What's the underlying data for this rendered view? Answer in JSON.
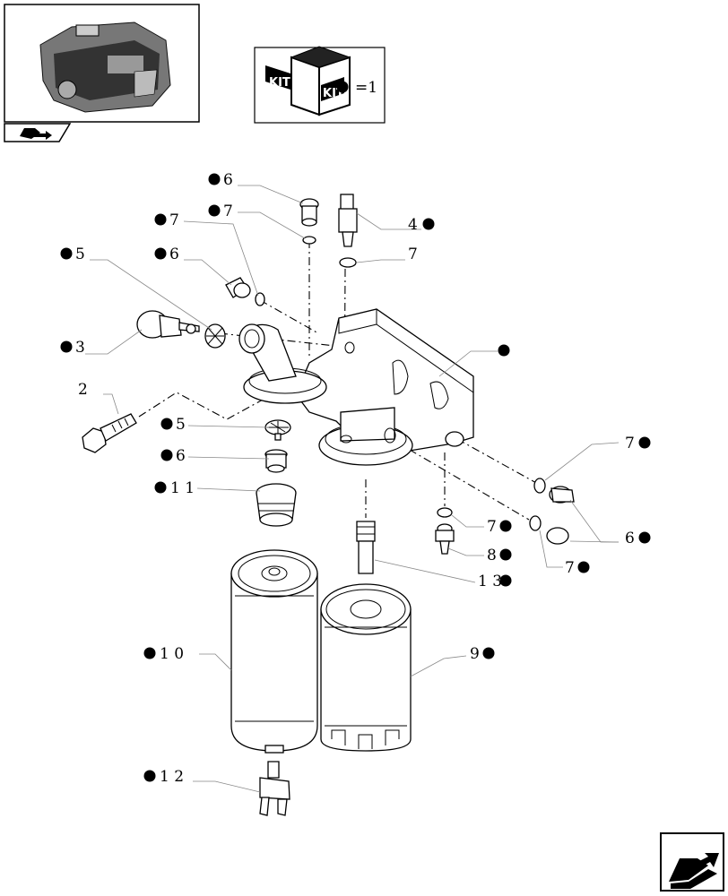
{
  "kit_legend": {
    "kit_word_left": "KIT",
    "kit_word_right": "KIT",
    "equals_text": "=1"
  },
  "callouts": [
    {
      "id": "c6a",
      "text": "6",
      "kit": true
    },
    {
      "id": "c7a",
      "text": "7",
      "kit": true
    },
    {
      "id": "c7b",
      "text": "7",
      "kit": true
    },
    {
      "id": "c4",
      "text": "4",
      "kit": true
    },
    {
      "id": "c5a",
      "text": "5",
      "kit": true
    },
    {
      "id": "c6b",
      "text": "6",
      "kit": true
    },
    {
      "id": "c7c",
      "text": "7",
      "kit": false
    },
    {
      "id": "c3",
      "text": "3",
      "kit": true
    },
    {
      "id": "c1",
      "text": "",
      "kit": true
    },
    {
      "id": "c2",
      "text": "2",
      "kit": false
    },
    {
      "id": "c5b",
      "text": "5",
      "kit": true
    },
    {
      "id": "c6c",
      "text": "6",
      "kit": true
    },
    {
      "id": "c11",
      "text": "1 1",
      "kit": true
    },
    {
      "id": "c7d",
      "text": "7",
      "kit": true
    },
    {
      "id": "c7e",
      "text": "7",
      "kit": true
    },
    {
      "id": "c8",
      "text": "8",
      "kit": true
    },
    {
      "id": "c6d",
      "text": "6",
      "kit": true
    },
    {
      "id": "c7f",
      "text": "7",
      "kit": true
    },
    {
      "id": "c13",
      "text": "1 3",
      "kit": true
    },
    {
      "id": "c10",
      "text": "1 0",
      "kit": true
    },
    {
      "id": "c9",
      "text": "9",
      "kit": true
    },
    {
      "id": "c12",
      "text": "1 2",
      "kit": true
    }
  ]
}
